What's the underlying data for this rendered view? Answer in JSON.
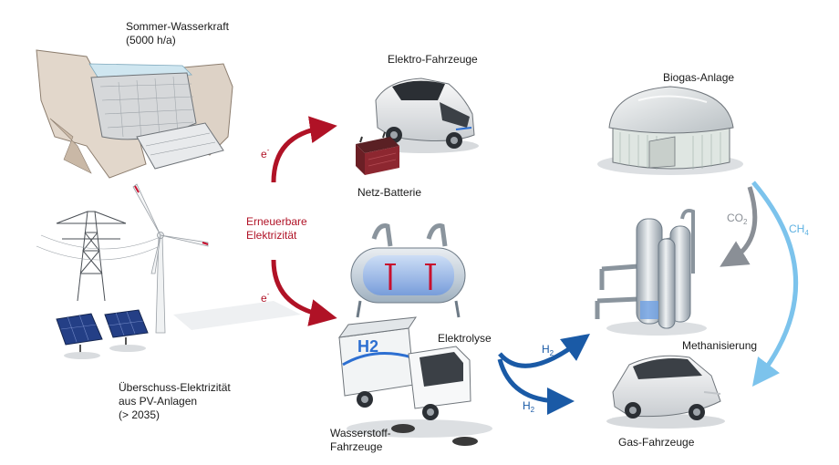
{
  "labels": {
    "hydro_line1": "Sommer-Wasserkraft",
    "hydro_line2": "(5000 h/a)",
    "pv_line1": "Überschuss-Elektrizität",
    "pv_line2": "aus PV-Anlagen",
    "pv_line3": "(> 2035)",
    "renewable_line1": "Erneuerbare",
    "renewable_line2": "Elektrizität",
    "electric_vehicles": "Elektro-Fahrzeuge",
    "grid_battery": "Netz-Batterie",
    "electrolysis": "Elektrolyse",
    "hydrogen_vehicles_line1": "Wasserstoff-",
    "hydrogen_vehicles_line2": "Fahrzeuge",
    "biogas_plant": "Biogas-Anlage",
    "methanation": "Methanisierung",
    "gas_vehicles": "Gas-Fahrzeuge"
  },
  "symbols": {
    "electron_base": "e",
    "electron_sup": "-",
    "co2_base": "CO",
    "co2_sub": "2",
    "ch4_base": "CH",
    "ch4_sub": "4",
    "h2_base": "H",
    "h2_sub": "2",
    "truck_logo": "H2"
  },
  "colors": {
    "electricity": "#b01226",
    "hydrogen": "#1a5aa6",
    "co2": "#8a8f96",
    "methane": "#5fb2e2"
  }
}
